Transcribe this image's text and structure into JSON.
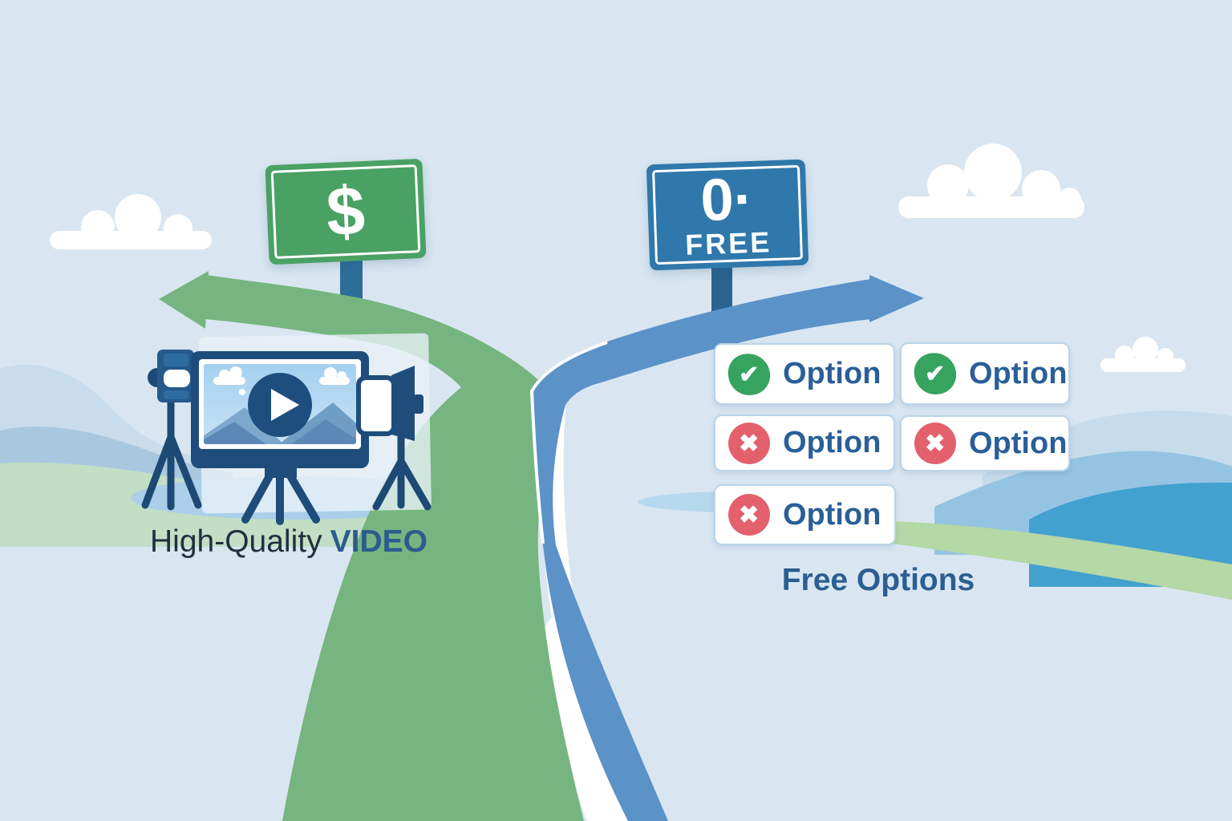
{
  "signs": {
    "paid": {
      "symbol": "$",
      "board_color": "#4aa164"
    },
    "free": {
      "number": "0·",
      "word": "FREE",
      "board_color": "#2f78ab"
    }
  },
  "captions": {
    "left_regular": "High-Quality",
    "left_bold": "VIDEO",
    "right": "Free Options"
  },
  "options": [
    {
      "label": "Option",
      "status": "yes",
      "glyph": "✔",
      "icon": "check-icon"
    },
    {
      "label": "Option",
      "status": "yes",
      "glyph": "✔",
      "icon": "check-icon"
    },
    {
      "label": "Option",
      "status": "no",
      "glyph": "✖",
      "icon": "cross-icon"
    },
    {
      "label": "Option",
      "status": "no",
      "glyph": "✖",
      "icon": "cross-icon"
    },
    {
      "label": "Option",
      "status": "no",
      "glyph": "✖",
      "icon": "cross-icon"
    }
  ],
  "colors": {
    "background": "#d9e6f1",
    "road_green": "#76b57f",
    "road_blue": "#5b92c8",
    "sign_green": "#4aa164",
    "sign_blue": "#2f78ab",
    "check_green": "#36a45f",
    "cross_red": "#e2616c",
    "caption_dark": "#20303f",
    "caption_blue": "#2b5c8e",
    "option_text": "#2a5f98"
  }
}
